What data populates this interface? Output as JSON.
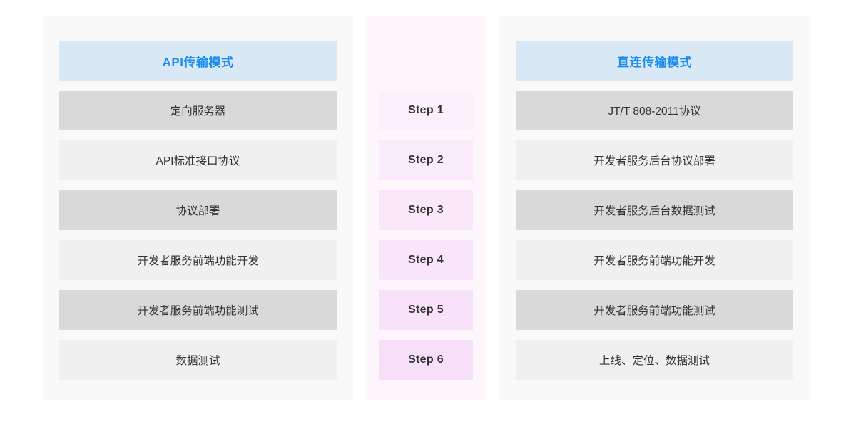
{
  "colors": {
    "page_background": "#ffffff",
    "panel_background": "#f9f9fa",
    "step_panel_background": "#fdf6fd",
    "header_background": "#d8e9f5",
    "header_text": "#1a8cf0",
    "row_dark": "#d9d9d9",
    "row_light": "#f0f0f0",
    "row_text": "#333333",
    "step_text": "#333333"
  },
  "left_column": {
    "header": "API传输模式",
    "rows": [
      {
        "label": "定向服务器",
        "shade": "dark"
      },
      {
        "label": "API标准接口协议",
        "shade": "light"
      },
      {
        "label": "协议部署",
        "shade": "dark"
      },
      {
        "label": "开发者服务前端功能开发",
        "shade": "light"
      },
      {
        "label": "开发者服务前端功能测试",
        "shade": "dark"
      },
      {
        "label": "数据测试",
        "shade": "light"
      }
    ]
  },
  "step_column": {
    "steps": [
      {
        "label": "Step 1",
        "background": "#fcf0fb"
      },
      {
        "label": "Step 2",
        "background": "#fbecfb"
      },
      {
        "label": "Step 3",
        "background": "#fae8fa"
      },
      {
        "label": "Step 4",
        "background": "#f9e5fa"
      },
      {
        "label": "Step 5",
        "background": "#f8e2f9"
      },
      {
        "label": "Step 6",
        "background": "#f7dff9"
      }
    ]
  },
  "right_column": {
    "header": "直连传输模式",
    "rows": [
      {
        "label": "JT/T 808-2011协议",
        "shade": "dark"
      },
      {
        "label": "开发者服务后台协议部署",
        "shade": "light"
      },
      {
        "label": "开发者服务后台数据测试",
        "shade": "dark"
      },
      {
        "label": "开发者服务前端功能开发",
        "shade": "light"
      },
      {
        "label": "开发者服务前端功能测试",
        "shade": "dark"
      },
      {
        "label": "上线、定位、数据测试",
        "shade": "light"
      }
    ]
  }
}
